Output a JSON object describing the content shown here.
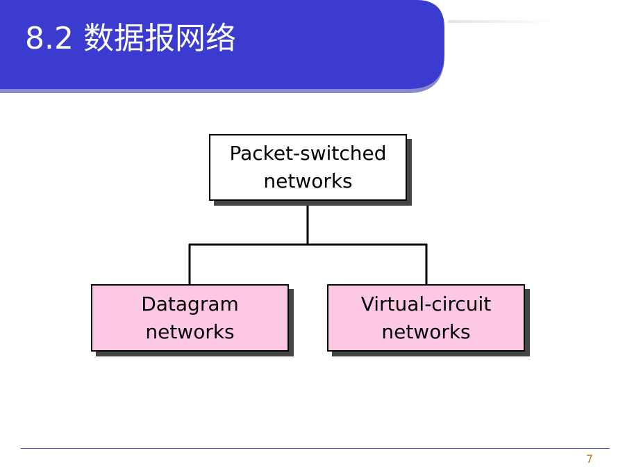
{
  "slide": {
    "title": "8.2  数据报网络",
    "page_number": "7"
  },
  "diagram": {
    "root": {
      "line1": "Packet-switched",
      "line2": "networks"
    },
    "children": [
      {
        "line1": "Datagram",
        "line2": "networks"
      },
      {
        "line1": "Virtual-circuit",
        "line2": "networks"
      }
    ]
  },
  "colors": {
    "banner": "#3b3bd0",
    "child_box_fill": "#fcc8e4",
    "footer_line": "#4a56c8",
    "page_number": "#c77a1a"
  }
}
